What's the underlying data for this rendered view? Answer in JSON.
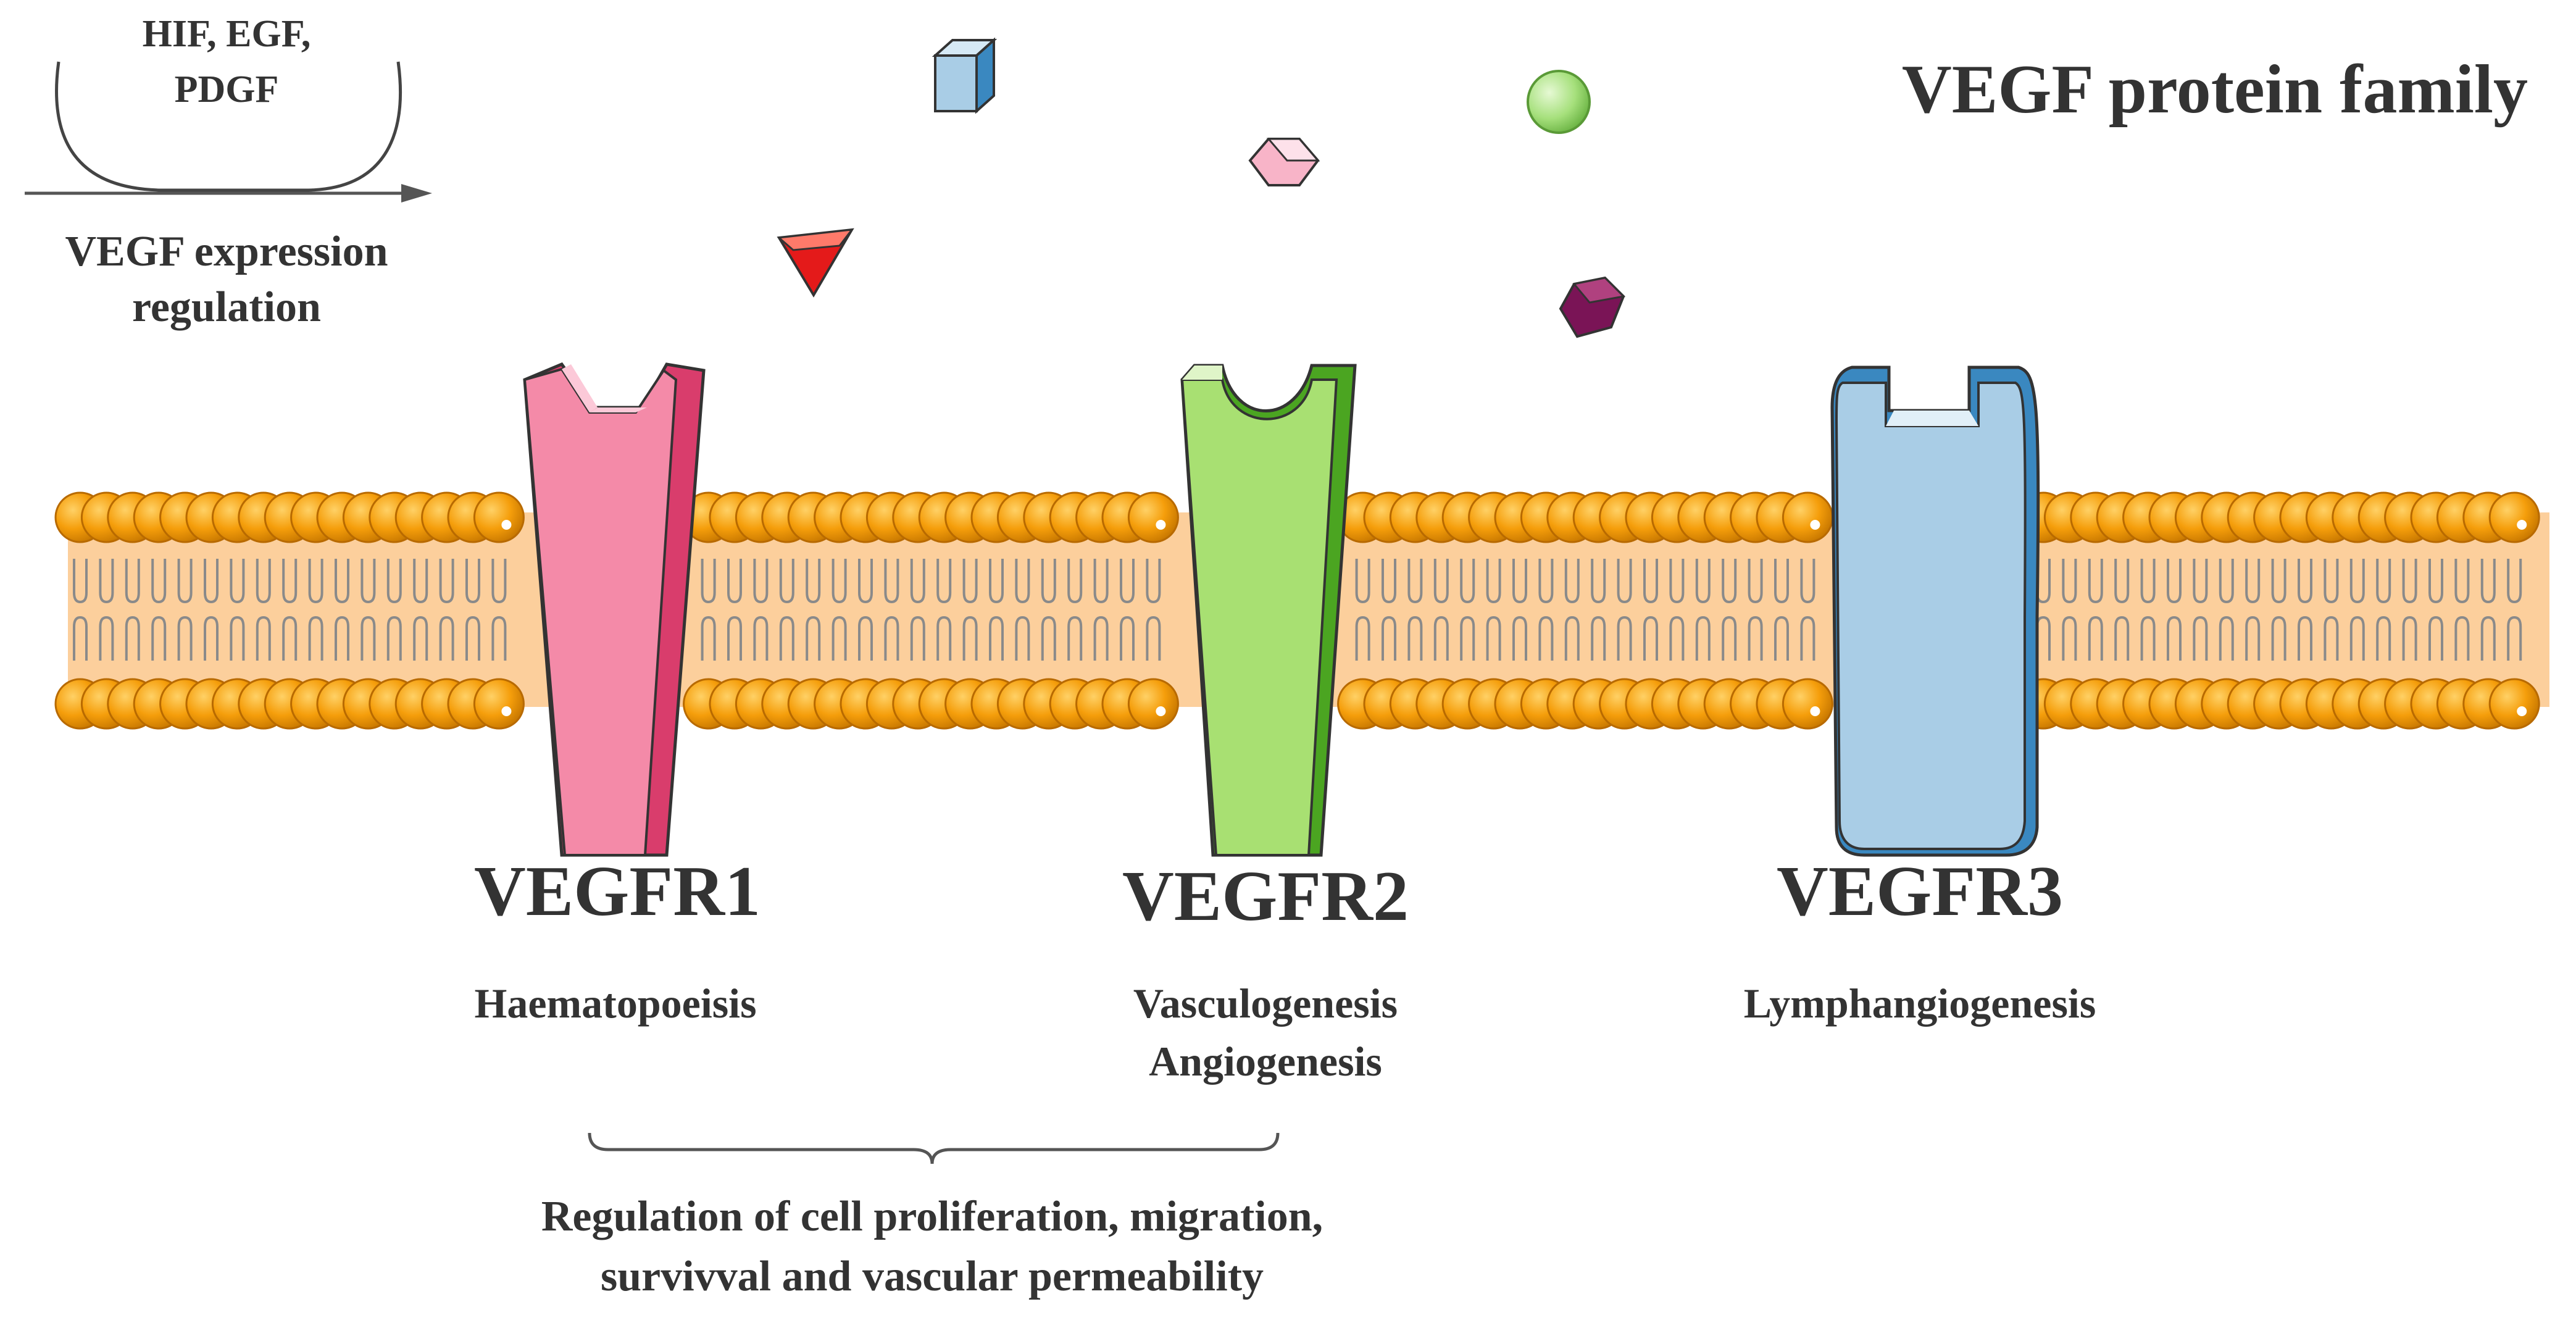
{
  "regulation": {
    "factors_line1": "HIF, EGF,",
    "factors_line2": "PDGF",
    "label_line1": "VEGF expression",
    "label_line2": "regulation"
  },
  "title": "VEGF protein family",
  "receptors": [
    {
      "name": "VEGFR1",
      "function_line1": "Haematopoeisis",
      "function_line2": "",
      "color": "#f48aa8"
    },
    {
      "name": "VEGFR2",
      "function_line1": "Vasculogenesis",
      "function_line2": "Angiogenesis",
      "color": "#a8e072"
    },
    {
      "name": "VEGFR3",
      "function_line1": "Lymphangiogenesis",
      "function_line2": "",
      "color": "#a9cde6"
    }
  ],
  "shared_effect": {
    "line1": "Regulation of cell proliferation, migration,",
    "line2": "survivval and vascular permeability"
  },
  "ligand_icons": [
    "blue-cube-icon",
    "pink-hexagon-icon",
    "green-sphere-icon",
    "red-triangle-icon",
    "purple-hexagon-icon"
  ],
  "colors": {
    "membrane_band": "#fccf9c",
    "lipid_head": "#f59e0b",
    "lipid_tail": "#8a8a8a",
    "text": "#333333"
  }
}
